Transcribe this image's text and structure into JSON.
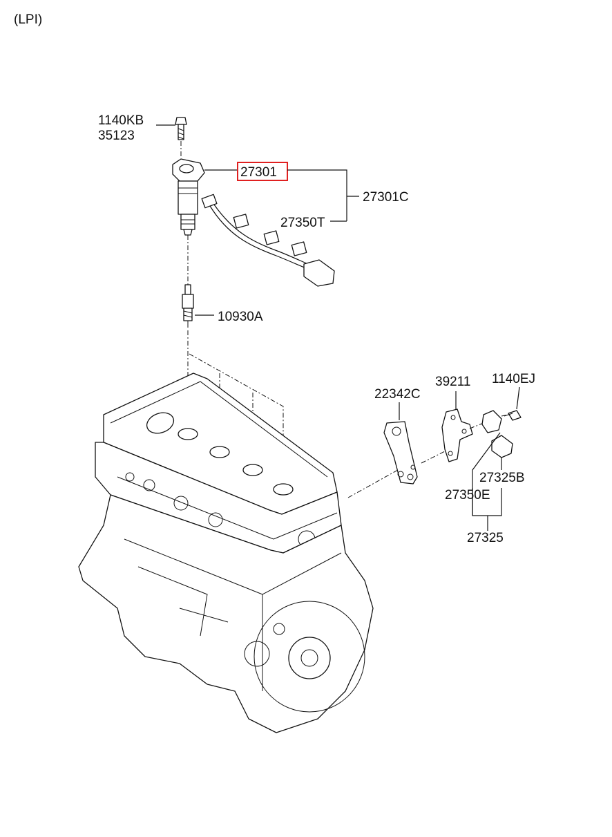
{
  "variant_label": "(LPI)",
  "callouts": {
    "bolt_1": "1140KB",
    "bolt_2": "35123",
    "coil": "27301",
    "coil_assy": "27301C",
    "harness": "27350T",
    "spark_plug": "10930A",
    "bracket_a": "22342C",
    "bracket_b": "39211",
    "bolt_3": "1140EJ",
    "sensor_b": "27325B",
    "sensor_e": "27350E",
    "sensor_assy": "27325"
  },
  "highlight": {
    "part": "27301",
    "color": "#e02020"
  }
}
